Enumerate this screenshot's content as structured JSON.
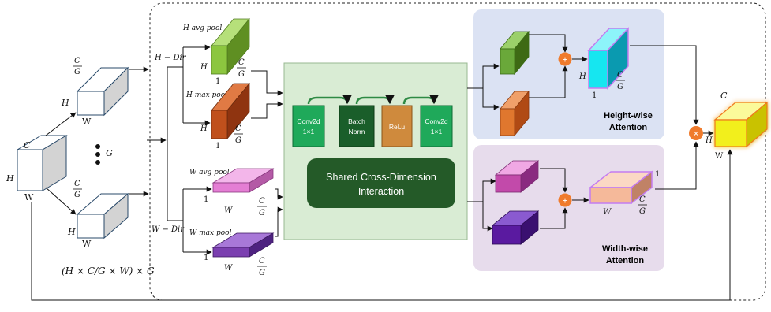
{
  "colors": {
    "height_attention_bg": "#dbe2f3",
    "width_attention_bg": "#e7dcec",
    "shared_bg": "#d9ecd4",
    "conv_green": "#1fa95a",
    "batchnorm_green": "#1a5e2a",
    "relu_orange": "#cf8a3d",
    "shared_box": "#245a28",
    "plus_circle": "#f07b2c",
    "h_avg_pool": "#8cc63f",
    "h_max_pool": "#c0501c",
    "w_avg_pool": "#e47ed4",
    "w_max_pool": "#7b3fb0",
    "height_output": "#16e6f0",
    "width_output": "#f5b99a",
    "final_output": "#f2ef1a"
  },
  "input": {
    "c": "C",
    "h": "H",
    "w": "W",
    "formula": "(H × C/G × W) × G"
  },
  "group": {
    "c_num": "C",
    "c_den": "G",
    "h": "H",
    "w": "W",
    "g": "G"
  },
  "branches": {
    "height_dir": "H − Dir",
    "width_dir": "W − Dir"
  },
  "pools": {
    "h_avg": {
      "title": "H avg pool",
      "h": "H",
      "one": "1",
      "c_num": "C",
      "c_den": "G"
    },
    "h_max": {
      "title": "H max pool",
      "h": "H",
      "one": "1",
      "c_num": "C",
      "c_den": "G"
    },
    "w_avg": {
      "title": "W avg pool",
      "one": "1",
      "w": "W",
      "c_num": "C",
      "c_den": "G"
    },
    "w_max": {
      "title": "W max pool",
      "one": "1",
      "w": "W",
      "c_num": "C",
      "c_den": "G"
    }
  },
  "shared": {
    "title_line1": "Shared Cross-Dimension",
    "title_line2": "Interaction",
    "blocks": [
      {
        "line1": "Conv2d",
        "line2": "1×1"
      },
      {
        "line1": "Batch",
        "line2": "Norm"
      },
      {
        "line1": "ReLu",
        "line2": ""
      },
      {
        "line1": "Conv2d",
        "line2": "1×1"
      }
    ]
  },
  "height_attention": {
    "label_line1": "Height-wise",
    "label_line2": "Attention",
    "plus": "+",
    "h": "H",
    "one": "1",
    "c_num": "C",
    "c_den": "G"
  },
  "width_attention": {
    "label_line1": "Width-wise",
    "label_line2": "Attention",
    "plus": "+",
    "one": "1",
    "w": "W",
    "c_num": "C",
    "c_den": "G"
  },
  "output": {
    "multiply": "×",
    "c": "C",
    "h": "H",
    "w": "W"
  }
}
